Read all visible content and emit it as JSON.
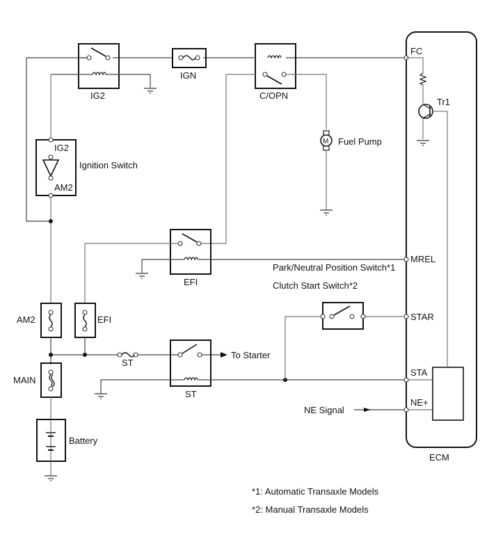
{
  "diagram": {
    "relays": {
      "ig2": "IG2",
      "copn": "C/OPN",
      "efi": "EFI",
      "st": "ST"
    },
    "fuses": {
      "ign": "IGN",
      "am2": "AM2",
      "efi": "EFI",
      "st": "ST",
      "main": "MAIN"
    },
    "ignition_switch": {
      "label": "Ignition Switch",
      "top_terminal": "IG2",
      "bottom_terminal": "AM2"
    },
    "fuel_pump": {
      "label": "Fuel Pump",
      "symbol": "M"
    },
    "battery": {
      "label": "Battery"
    },
    "to_starter": "To Starter",
    "pnp_switch": "Park/Neutral Position Switch*1",
    "clutch_switch": "Clutch Start Switch*2",
    "ne_signal": "NE Signal",
    "ecm": {
      "label": "ECM",
      "terminals": [
        "FC",
        "MREL",
        "STAR",
        "STA",
        "NE+"
      ],
      "transistor": "Tr1"
    },
    "notes": [
      "*1: Automatic Transaxle Models",
      "*2: Manual Transaxle Models"
    ]
  }
}
